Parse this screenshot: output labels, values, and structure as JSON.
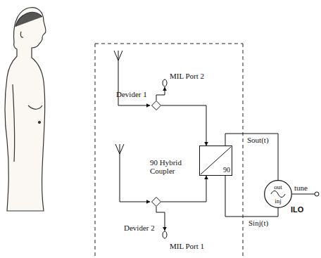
{
  "diagram": {
    "nodes": [
      {
        "text": [
          "Devider 1"
        ]
      },
      {
        "text": [
          "90 Hybrid Coupler",
          "90"
        ]
      },
      {
        "text": [
          "Devider 2"
        ]
      },
      {
        "text": [
          "out",
          "inj",
          "ILO"
        ]
      }
    ],
    "edges": [
      {
        "from": 0,
        "to": 1,
        "arrow": "to"
      },
      {
        "from": 2,
        "to": 1,
        "arrow": "to"
      },
      {
        "from": 1,
        "to": 3,
        "label": "Sout(t)",
        "arrow": "none"
      },
      {
        "from": 3,
        "to": 1,
        "label": "Sinj(t)",
        "arrow": "none"
      }
    ],
    "labels": [
      "MIL Port 2",
      "MIL Port 1",
      "tune"
    ]
  }
}
